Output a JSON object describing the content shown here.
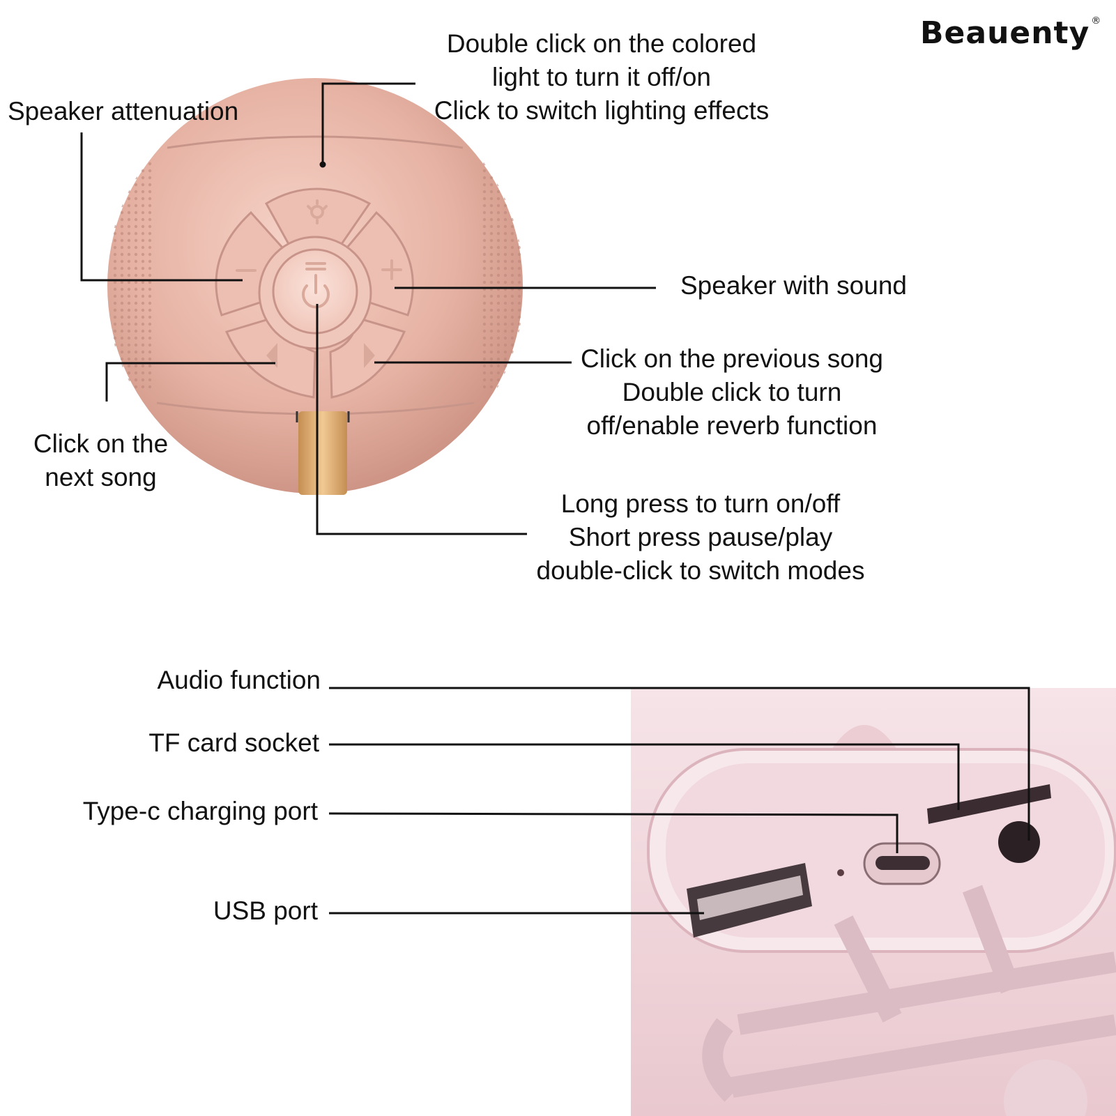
{
  "brand": {
    "name": "Beauenty",
    "mark": "®"
  },
  "speaker_labels": {
    "light_button": [
      "Double click on the colored",
      "light to turn it off/on",
      "Click to switch lighting effects"
    ],
    "volume_down": "Speaker attenuation",
    "volume_up": "Speaker with sound",
    "next_song": [
      "Click on the",
      "next song"
    ],
    "previous_song": [
      "Click on the previous song",
      "Double click to turn",
      "off/enable reverb function"
    ],
    "power_button": [
      "Long press to turn on/off",
      "Short press pause/play",
      "double-click to switch modes"
    ]
  },
  "port_labels": {
    "audio": "Audio function",
    "tf_card": "TF card socket",
    "type_c": "Type-c charging port",
    "usb": "USB port"
  },
  "button_icons": [
    "light-icon",
    "minus-icon",
    "plus-icon",
    "power-icon",
    "previous-icon",
    "next-icon"
  ],
  "colors": {
    "speaker_body": "#e9b8aa",
    "gold_accent": "#d9a86a",
    "port_panel": "#f3dde3",
    "line": "#111111"
  }
}
